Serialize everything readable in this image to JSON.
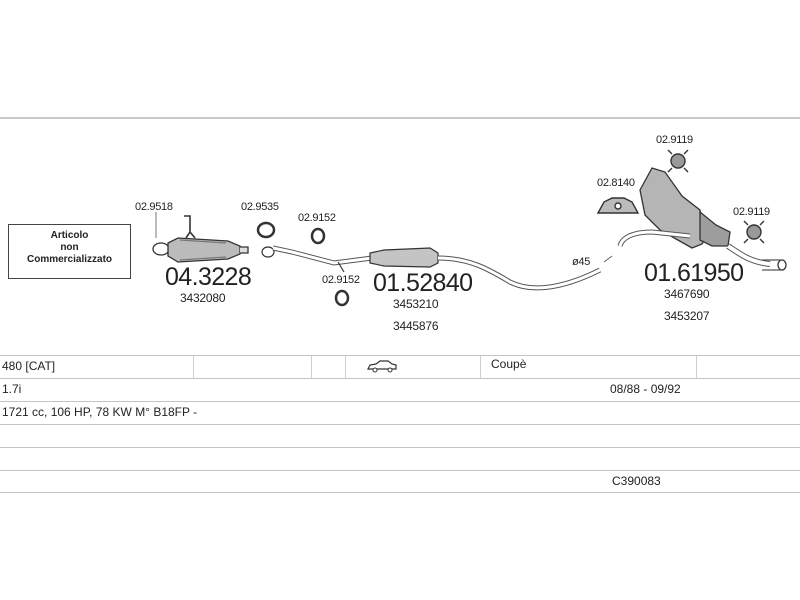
{
  "note": {
    "lines": [
      "Articolo",
      "non",
      "Commercializzato"
    ]
  },
  "parts": {
    "p1": {
      "code": "04.3228",
      "ref": "3432080"
    },
    "p2": {
      "code": "01.52840",
      "refs": [
        "3453210",
        "3445876"
      ]
    },
    "p3": {
      "code": "01.61950",
      "refs": [
        "3467690",
        "3453207"
      ]
    }
  },
  "accessories": {
    "a1": "02.9518",
    "a2": "02.9535",
    "a3": "02.9152",
    "a4": "02.9152",
    "a5": "02.8140",
    "a6": "02.9119",
    "a7": "02.9119"
  },
  "diameter": "ø45",
  "table": {
    "model": "480  [CAT]",
    "body": "Coupè",
    "engine": "1.7i",
    "dates": "08/88 - 09/92",
    "specs": "1721 cc, 106 HP, 78 KW M° B18FP -",
    "catalog_code": "C390083"
  }
}
